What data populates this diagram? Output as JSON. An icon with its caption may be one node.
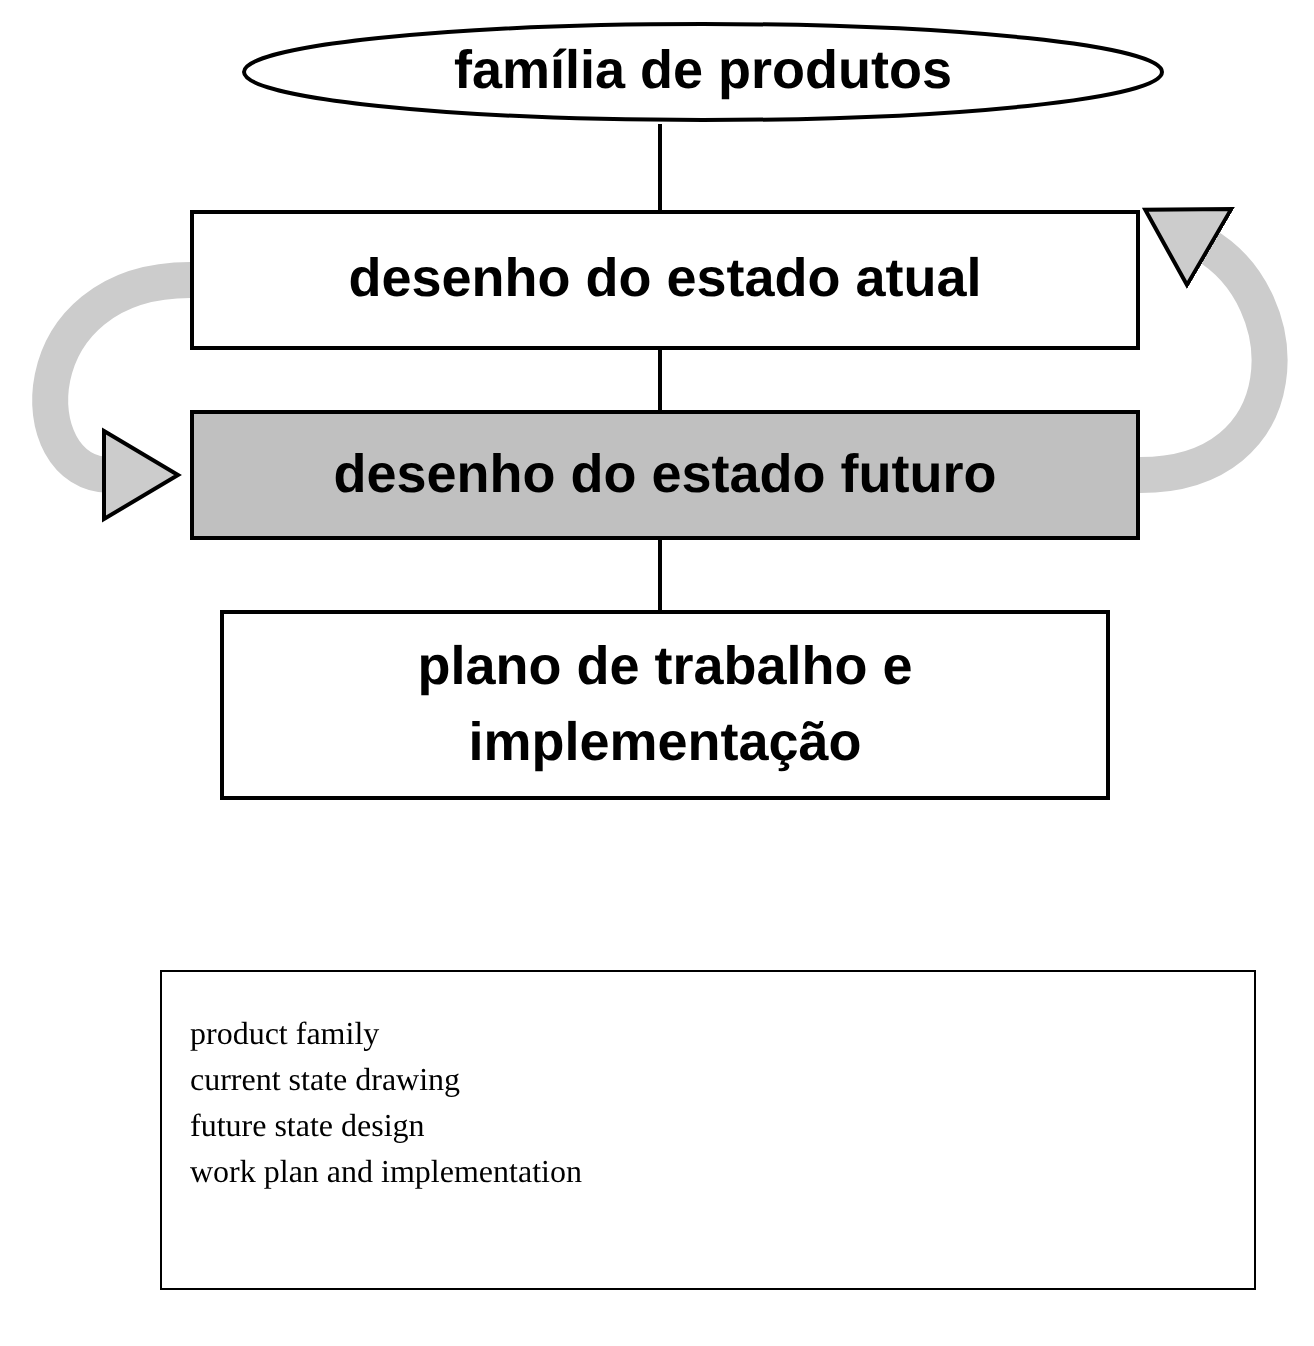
{
  "diagram": {
    "nodes": [
      {
        "text": [
          "família de produtos"
        ]
      },
      {
        "text": [
          "desenho do estado atual"
        ]
      },
      {
        "text": [
          "desenho do estado futuro"
        ]
      },
      {
        "text": [
          "plano de trabalho e implementação"
        ]
      },
      {
        "text": [
          "product family",
          "current state drawing",
          "future state design",
          "work plan and implementation"
        ]
      }
    ],
    "edges": [
      {
        "from": 0,
        "to": 1,
        "arrow": "none"
      },
      {
        "from": 1,
        "to": 2,
        "arrow": "none"
      },
      {
        "from": 2,
        "to": 3,
        "arrow": "none"
      },
      {
        "from": 1,
        "to": 2,
        "arrow": "to",
        "style": "thick",
        "color": "#cccccc"
      },
      {
        "from": 2,
        "to": 1,
        "arrow": "to",
        "style": "thick",
        "color": "#cccccc"
      }
    ]
  }
}
